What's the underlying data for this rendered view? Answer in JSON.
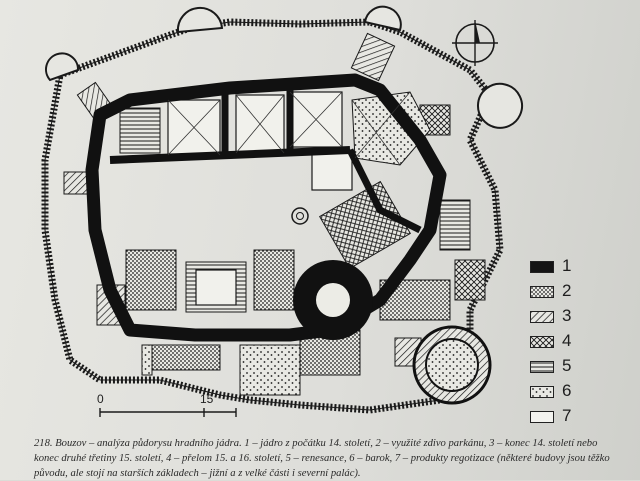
{
  "figure": {
    "legend": [
      {
        "number": "1",
        "pattern": "solid-black"
      },
      {
        "number": "2",
        "pattern": "dense-dots"
      },
      {
        "number": "3",
        "pattern": "diagonal-hatch"
      },
      {
        "number": "4",
        "pattern": "cross-hatch"
      },
      {
        "number": "5",
        "pattern": "horizontal-lines"
      },
      {
        "number": "6",
        "pattern": "sparse-dots"
      },
      {
        "number": "7",
        "pattern": "blank"
      }
    ],
    "scale": {
      "start": "0",
      "end": "15"
    },
    "caption_lines": [
      "218. Bouzov – analýza půdorysu hradního jádra. 1 – jádro z počátku 14. století, 2 – využité zdivo parkánu, 3 – konec 14. století nebo",
      "konec druhé třetiny 15. století, 4 – přelom 15. a 16. století, 5 – renesance, 6 – barok, 7 – produkty regotizace (některé budovy jsou těžko",
      "původu, ale stojí na starších základech – jižní a z velké části i severní palác)."
    ]
  },
  "colors": {
    "ink": "#141414",
    "paper": "#e3e3de"
  }
}
